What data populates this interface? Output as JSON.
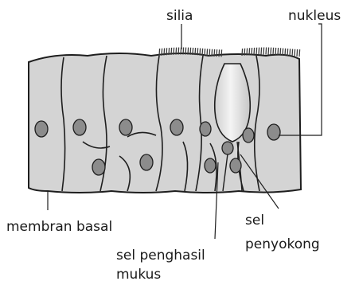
{
  "labels": {
    "silia": "silia",
    "nukleus": "nukleus",
    "membran_basal": "membran basal",
    "sel_penyokong_line1": "sel",
    "sel_penyokong_line2": "penyokong",
    "sel_penghasil_line1": "sel penghasil",
    "sel_penghasil_line2": "mukus"
  },
  "colors": {
    "outline": "#1e1e1e",
    "cell_fill": "#d4d4d4",
    "nucleus_fill": "#8c8c8c",
    "goblet_fill": "#ececec",
    "cilia": "#3a3a3a"
  }
}
